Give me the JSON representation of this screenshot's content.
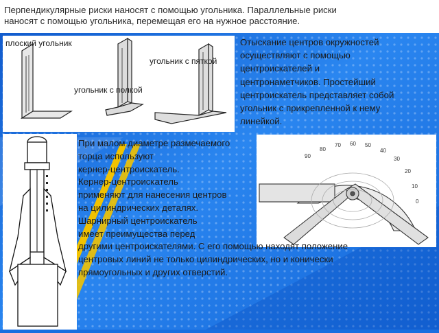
{
  "slide": {
    "header_text": "Перпендикулярные риски наносят с помощью угольника. Параллельные риски наносят с помощью угольника, перемещая его на нужное расстояние.",
    "header_lines": [
      "Перпендикулярные риски наносят с помощью угольника. Параллельные риски",
      "наносят с помощью угольника, перемещая его на нужное расстояние."
    ],
    "labels": {
      "flat_square": "плоский угольник",
      "square_heel": "угольник с пяткой",
      "square_shelf": "угольник с полкой"
    },
    "right_text_lines": [
      "Отыскание центров окружностей",
      "осуществляют с помощью",
      "центроискателей и",
      "центронаметчиков. Простейший",
      "центроискатель представляет собой",
      "угольник с прикрепленной к нему",
      "линейкой."
    ],
    "bottom_text_lines": [
      "При малом диаметре размечаемого",
      "торца используют",
      "кернер-центроискатель.",
      "Кернер-центроискатель",
      "применяют для нанесения центров",
      "на цилиндрических деталях.",
      "Шарнирный центроискатель",
      "имеет преимущества перед",
      "другими центроискателями. С его помощью находят положение",
      "центровых линий не только цилиндрических, но и конически",
      "прямоугольных и других отверстий."
    ],
    "protractor_ticks": [
      "90",
      "80",
      "70",
      "60",
      "50",
      "40",
      "30",
      "20",
      "10",
      "0"
    ],
    "watermark": "",
    "colors": {
      "background": "#1a6fe0",
      "stripe": "#f2c200",
      "text": "#1a1a1a"
    }
  }
}
